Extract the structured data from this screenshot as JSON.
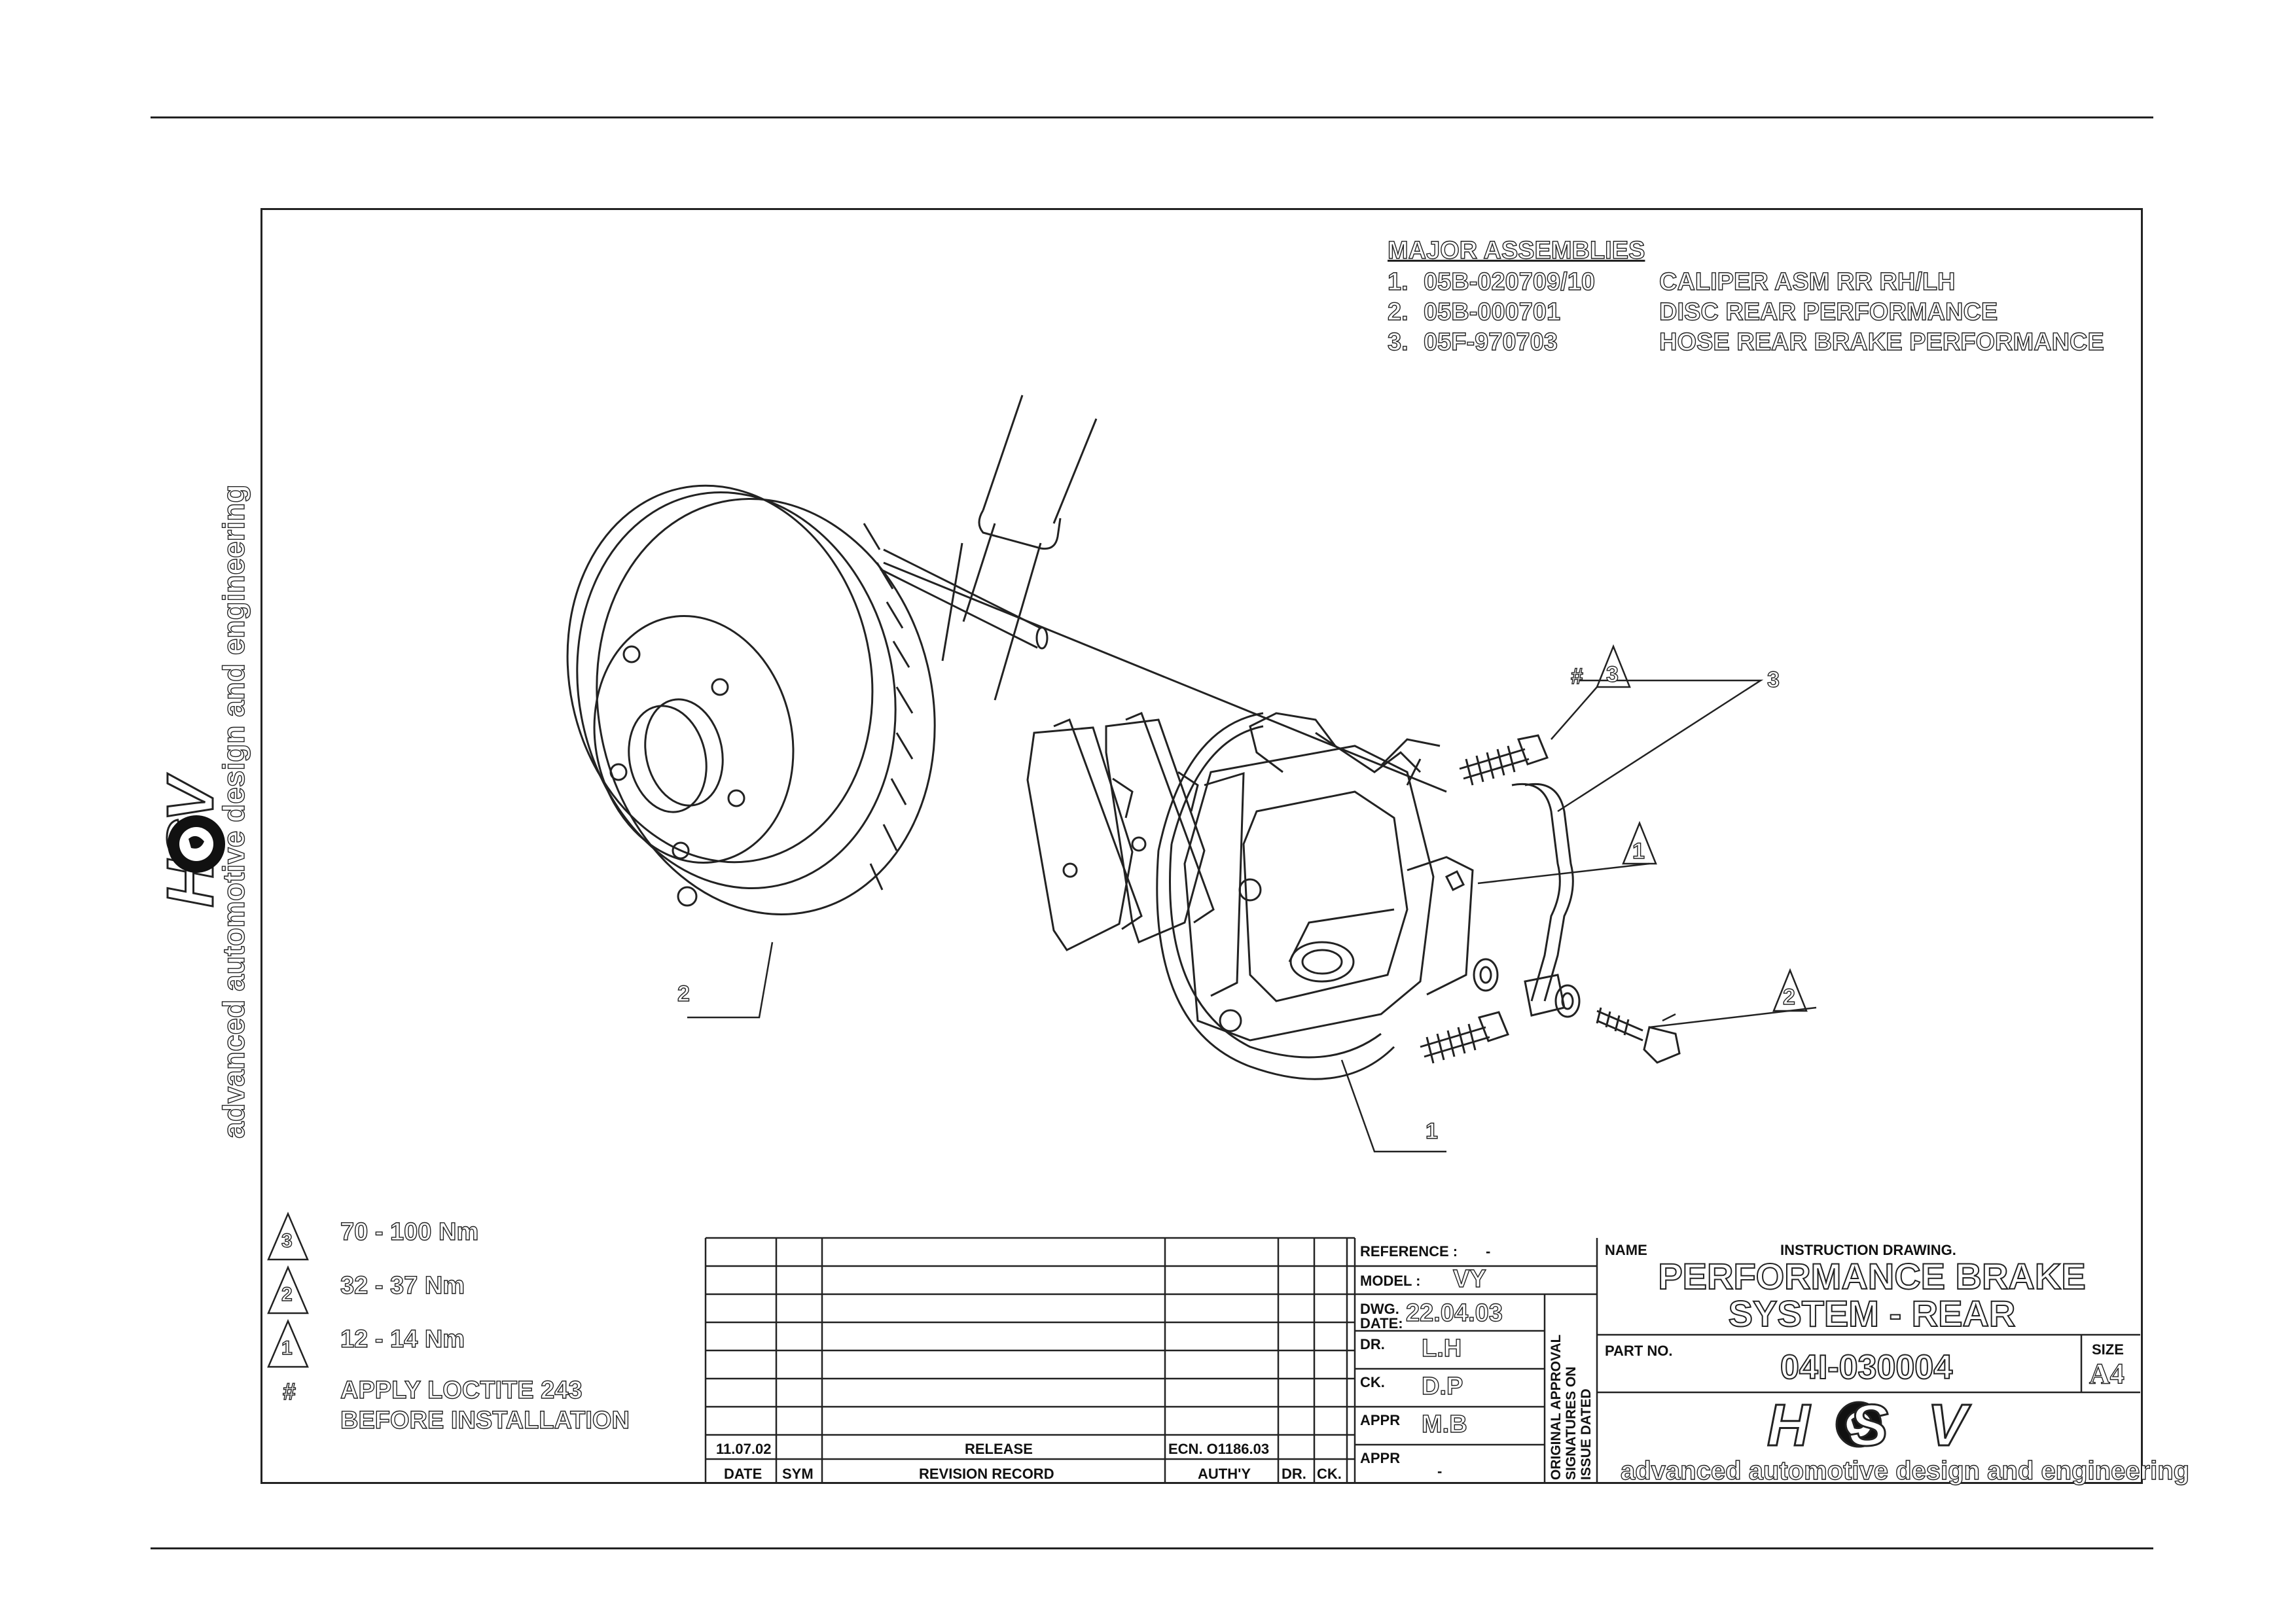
{
  "sidebar": {
    "tagline": "advanced automotive design and engineering",
    "logo_text": "HSV"
  },
  "major_assemblies": {
    "title": "MAJOR ASSEMBLIES",
    "items": [
      {
        "no": "1.",
        "part": "05B-020709/10",
        "desc": "CALIPER ASM RR RH/LH"
      },
      {
        "no": "2.",
        "part": "05B-000701",
        "desc": "DISC REAR PERFORMANCE"
      },
      {
        "no": "3.",
        "part": "05F-970703",
        "desc": "HOSE REAR BRAKE PERFORMANCE"
      }
    ]
  },
  "callouts": {
    "hash3": "#",
    "tri3_top": "3",
    "hose": "3",
    "tri1": "1",
    "tri2": "2",
    "disc": "2",
    "caliper": "1"
  },
  "torque_legend": [
    {
      "symbol": "3",
      "text": "70 - 100 Nm"
    },
    {
      "symbol": "2",
      "text": "32 - 37 Nm"
    },
    {
      "symbol": "1",
      "text": "12 - 14 Nm"
    }
  ],
  "loctite": {
    "symbol": "#",
    "line1": "APPLY LOCTITE 243",
    "line2": "BEFORE INSTALLATION"
  },
  "revision": {
    "date": "11.07.02",
    "record": "RELEASE",
    "authy": "ECN. O1186.03",
    "headers": {
      "date": "DATE",
      "sym": "SYM",
      "record": "REVISION RECORD",
      "authy": "AUTH'Y",
      "dr": "DR.",
      "ck": "CK."
    }
  },
  "approval": {
    "reference_label": "REFERENCE :",
    "reference_value": "-",
    "model_label": "MODEL :",
    "model_value": "VY",
    "dwg_label1": "DWG.",
    "dwg_label2": "DATE:",
    "dwg_value": "22.04.03",
    "dr_label": "DR.",
    "dr_value": "L.H",
    "ck_label": "CK.",
    "ck_value": "D.P",
    "appr1_label": "APPR",
    "appr1_value": "M.B",
    "appr2_label": "APPR",
    "appr2_value": "-",
    "vertical_line1": "ORIGINAL APPROVAL",
    "vertical_line2": "SIGNATURES ON",
    "vertical_line3": "ISSUE DATED"
  },
  "title_block": {
    "name_label": "NAME",
    "drawing_type": "INSTRUCTION DRAWING.",
    "title_line1": "PERFORMANCE BRAKE",
    "title_line2": "SYSTEM - REAR",
    "part_label": "PART NO.",
    "part_no": "04I-030004",
    "size_label": "SIZE",
    "size_value": "A4",
    "logo_text": "HSV",
    "tagline": "advanced automotive design and engineering"
  }
}
